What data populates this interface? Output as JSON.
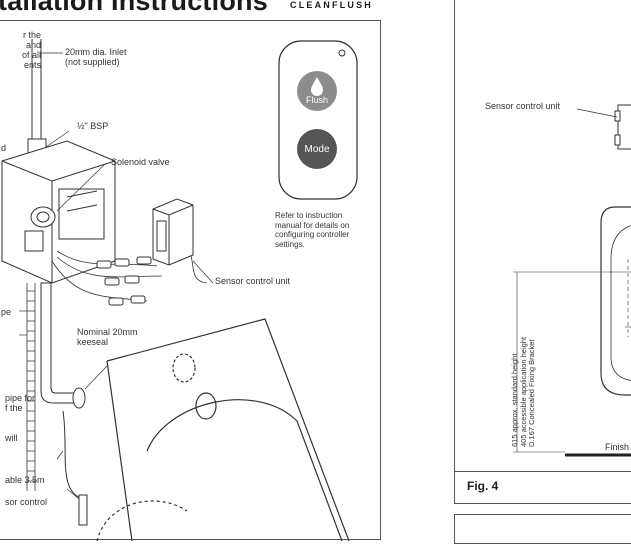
{
  "header": {
    "title": "tallation Instructions",
    "brand": "CLEANFLUSH"
  },
  "left_panel": {
    "clipped_note_lines": [
      "r the",
      "and",
      "of all",
      "ents"
    ],
    "labels": {
      "inlet": [
        "20mm dia. Inlet",
        "(not supplied)"
      ],
      "bsp": "½\" BSP",
      "solenoid": "Solenoid valve",
      "sensor_unit": "Sensor control unit",
      "keeseal": [
        "Nominal 20mm",
        "keeseal"
      ],
      "pipe_note": [
        "pipe for",
        "f the"
      ],
      "will": "will",
      "cable": "able 3.5m",
      "sensor_control": "sor control",
      "clipped_d": "d",
      "clipped_pe": "pe"
    },
    "remote": {
      "flush_label": "Flush",
      "mode_label": "Mode",
      "note": [
        "Refer to instruction",
        "manual for details on",
        "configuring controller",
        "settings."
      ]
    }
  },
  "right_panel": {
    "sensor_unit_label": "Sensor control unit",
    "dimension_labels": [
      "615 approx. standard height",
      "405 accessible application height",
      "D.167 Concealed Fixing Bracket"
    ],
    "finish_label": "Finish",
    "figure_label": "Fig. 4"
  },
  "colors": {
    "flush_button": "#8c8c8c",
    "mode_button": "#555555",
    "line": "#333333"
  }
}
